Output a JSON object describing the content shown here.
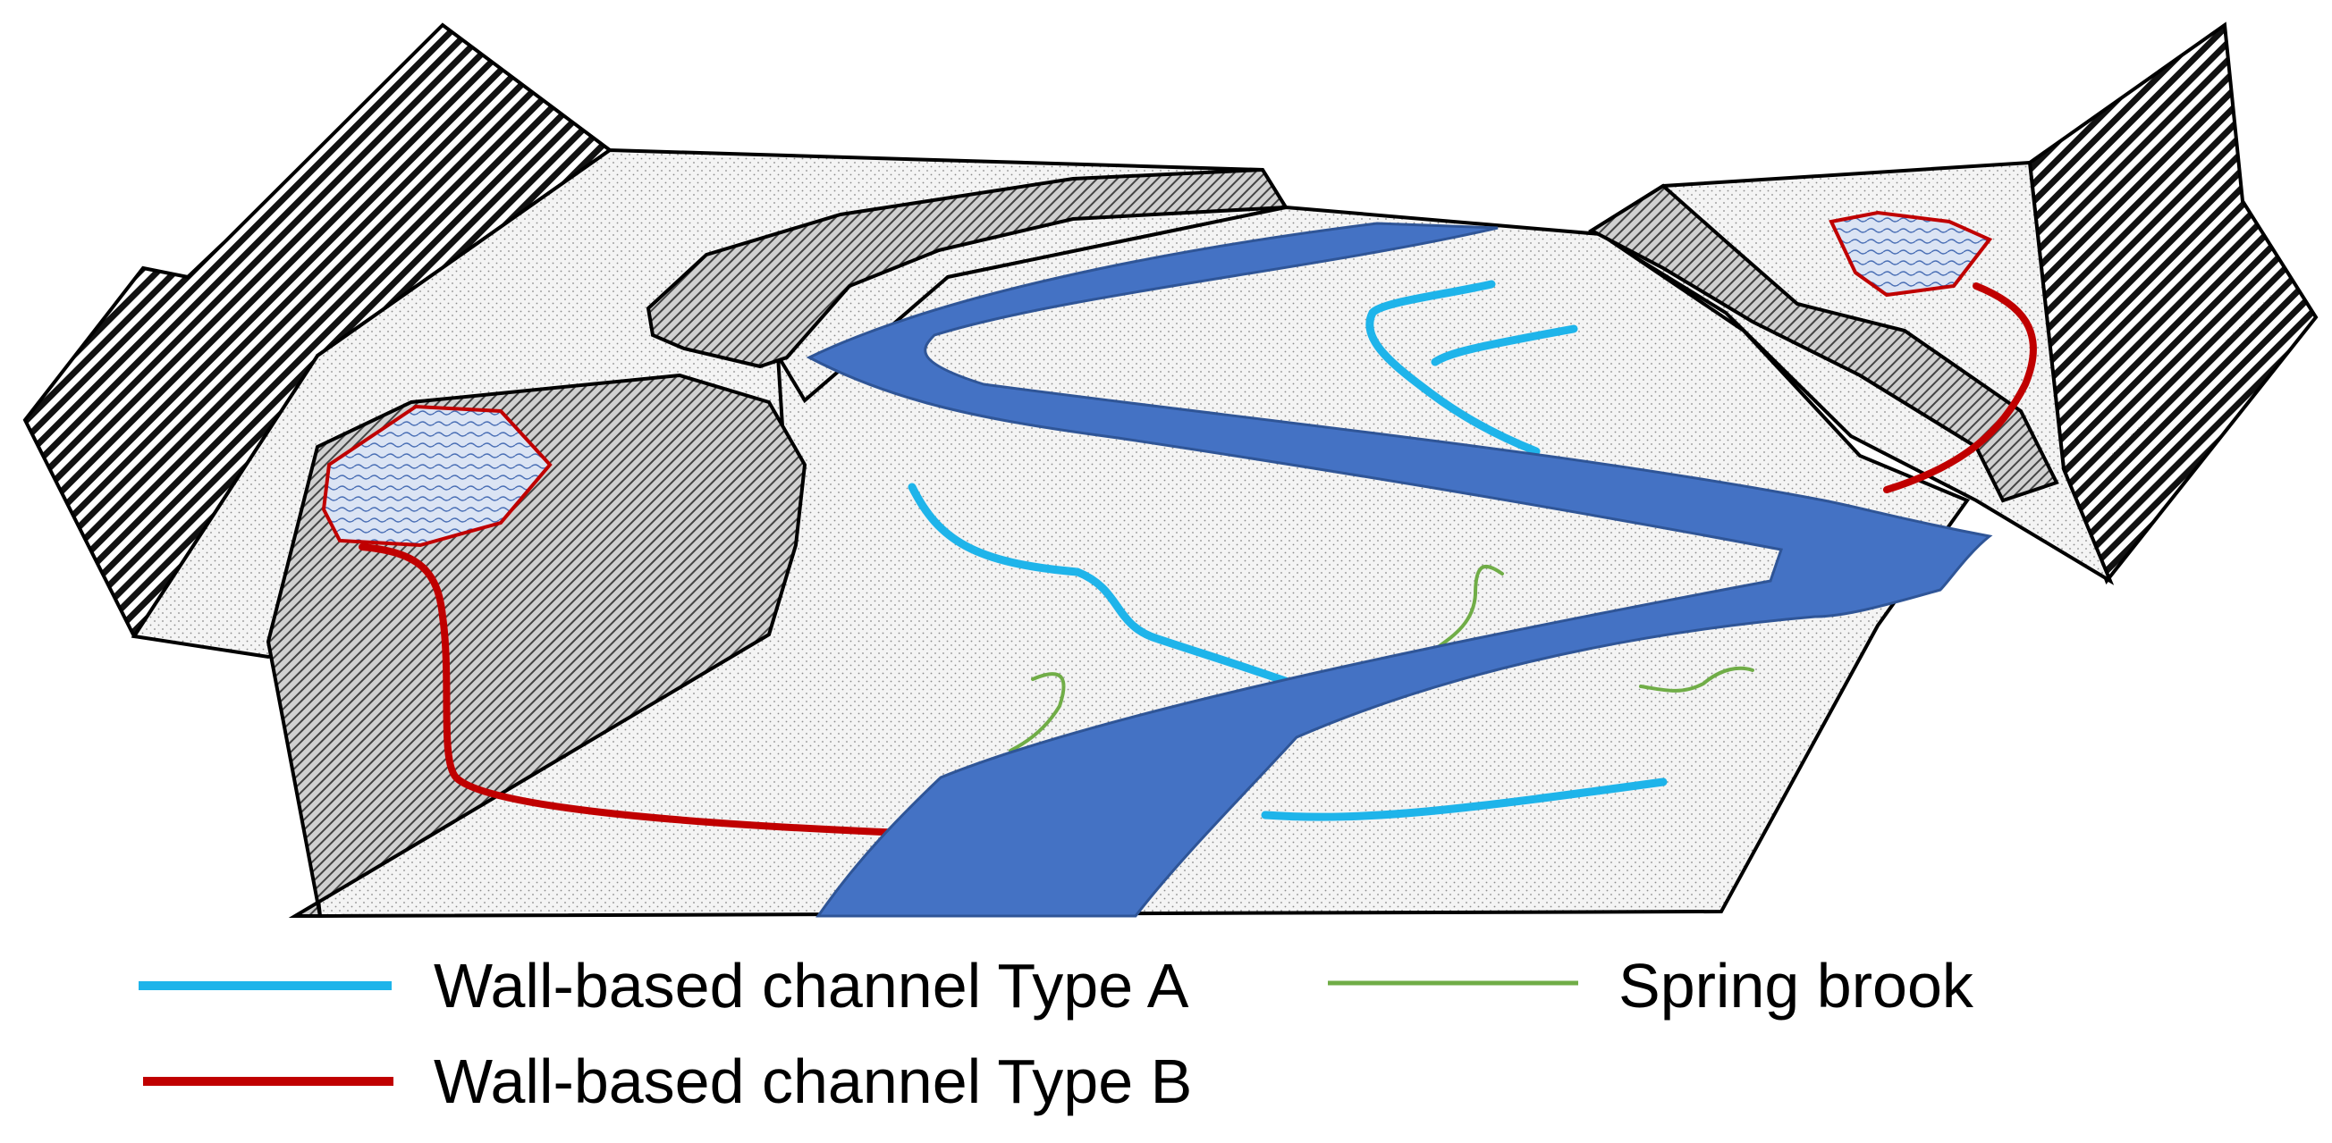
{
  "legend": {
    "type_a": {
      "label": "Wall-based channel Type A",
      "color": "#1EB4EA"
    },
    "spring": {
      "label": "Spring brook",
      "color": "#70AD47"
    },
    "type_b": {
      "label": "Wall-based channel Type B",
      "color": "#C00000"
    }
  },
  "colors": {
    "river": "#4472C4",
    "river_edge": "#2F5597",
    "pond_fill": "#DAE3F3",
    "bank_fill": "#C9C9C9",
    "floodplain_fill": "#F7F7F7"
  }
}
